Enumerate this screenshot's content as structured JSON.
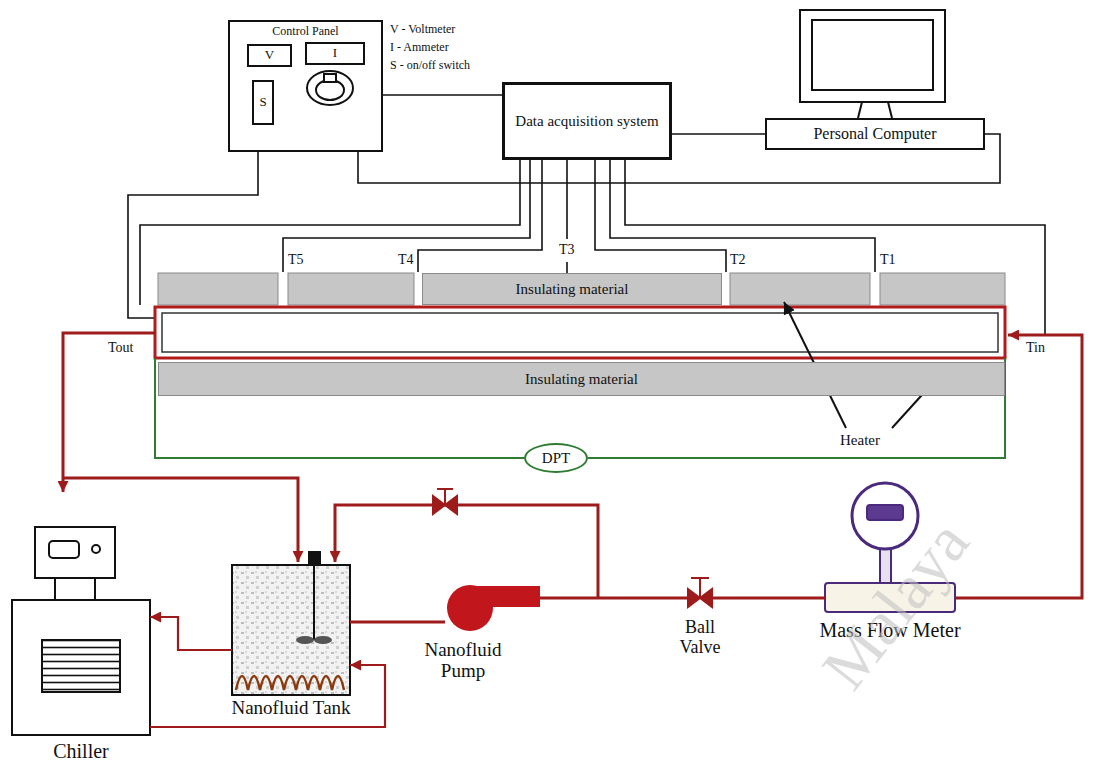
{
  "diagram": {
    "nodes": [
      {
        "text": [
          "Control Panel"
        ]
      },
      {
        "text": [
          "V"
        ],
        "in": 0
      },
      {
        "text": [
          "I"
        ],
        "in": 0
      },
      {
        "text": [
          "S"
        ],
        "in": 0
      },
      {
        "text": [
          "Data acquisition system"
        ]
      },
      {
        "text": [
          "Personal Computer"
        ]
      },
      {
        "text": [
          "Insulating material"
        ]
      },
      {
        "text": [
          "Insulating material"
        ]
      },
      {
        "text": [
          "DPT"
        ]
      },
      {
        "text": [
          "Nanofluid Tank"
        ]
      },
      {
        "text": [
          "Nanofluid Pump"
        ]
      },
      {
        "text": [
          "Ball Valve"
        ]
      },
      {
        "text": [
          "Mass Flow Meter"
        ]
      },
      {
        "text": [
          "Chiller"
        ]
      }
    ],
    "edges": [
      {
        "from": 0,
        "to": 4,
        "arrow": "none"
      },
      {
        "from": 4,
        "to": 5,
        "arrow": "none"
      },
      {
        "from": 5,
        "to": 0,
        "arrow": "none"
      },
      {
        "from": 9,
        "to": 10,
        "arrow": "none"
      },
      {
        "from": 10,
        "to": 11,
        "arrow": "none"
      },
      {
        "from": 11,
        "to": 12,
        "arrow": "none"
      },
      {
        "from": 9,
        "to": 13,
        "arrow": "to"
      },
      {
        "from": 13,
        "to": 9,
        "arrow": "to"
      }
    ],
    "labels": [
      "V - Voltmeter",
      "I - Ammeter",
      "S - on/off switch",
      "T5",
      "T4",
      "T3",
      "T2",
      "T1",
      "Tout",
      "Tin",
      "Heater",
      "Malaya"
    ]
  }
}
